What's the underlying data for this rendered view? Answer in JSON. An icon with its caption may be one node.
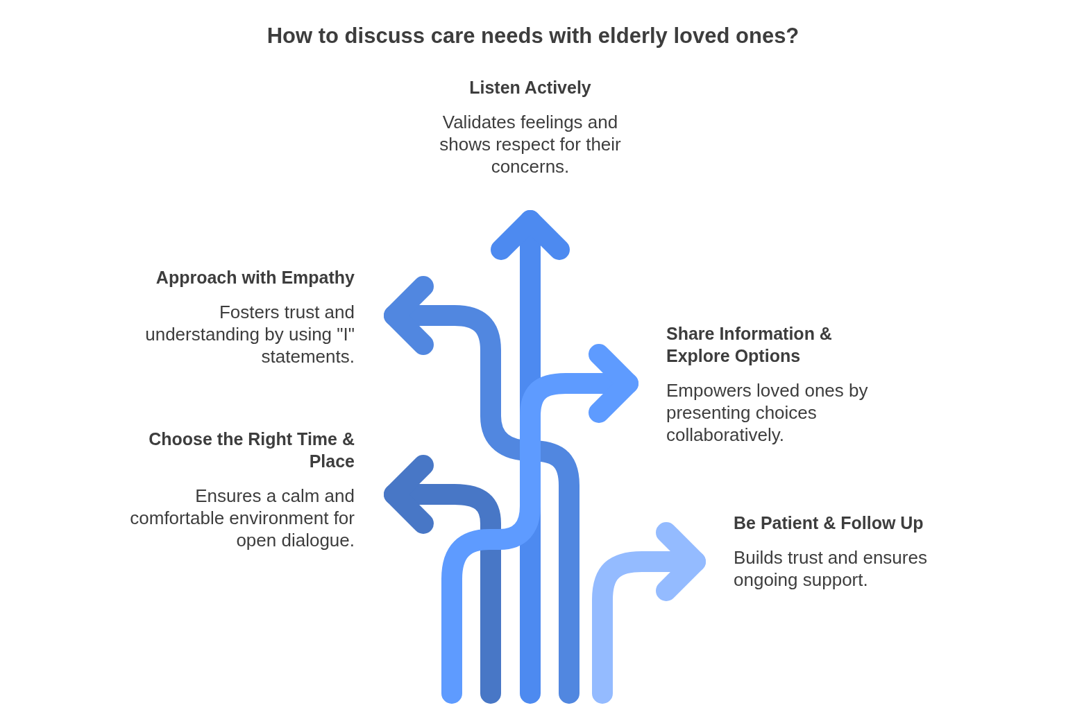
{
  "diagram": {
    "title": "How to discuss care needs with elderly loved ones?",
    "nodes": [
      {
        "text": [
          "Listen Actively",
          "Validates feelings and shows respect for their concerns."
        ]
      },
      {
        "text": [
          "Approach with Empathy",
          "Fosters trust and understanding by using \"I\" statements."
        ]
      },
      {
        "text": [
          "Share Information & Explore Options",
          "Empowers loved ones by presenting choices collaboratively."
        ]
      },
      {
        "text": [
          "Choose the Right Time & Place",
          "Ensures a calm and comfortable environment for open dialogue."
        ]
      },
      {
        "text": [
          "Be Patient & Follow Up",
          "Builds trust and ensures ongoing support."
        ]
      }
    ],
    "edges": [
      {
        "from": null,
        "to": 0,
        "arrow": "to",
        "color": "#4d8af0"
      },
      {
        "from": null,
        "to": 1,
        "arrow": "to",
        "color": "#5187e0"
      },
      {
        "from": null,
        "to": 2,
        "arrow": "to",
        "color": "#5e9bff"
      },
      {
        "from": null,
        "to": 3,
        "arrow": "to",
        "color": "#4877c6"
      },
      {
        "from": null,
        "to": 4,
        "arrow": "to",
        "color": "#94bbff"
      }
    ]
  }
}
